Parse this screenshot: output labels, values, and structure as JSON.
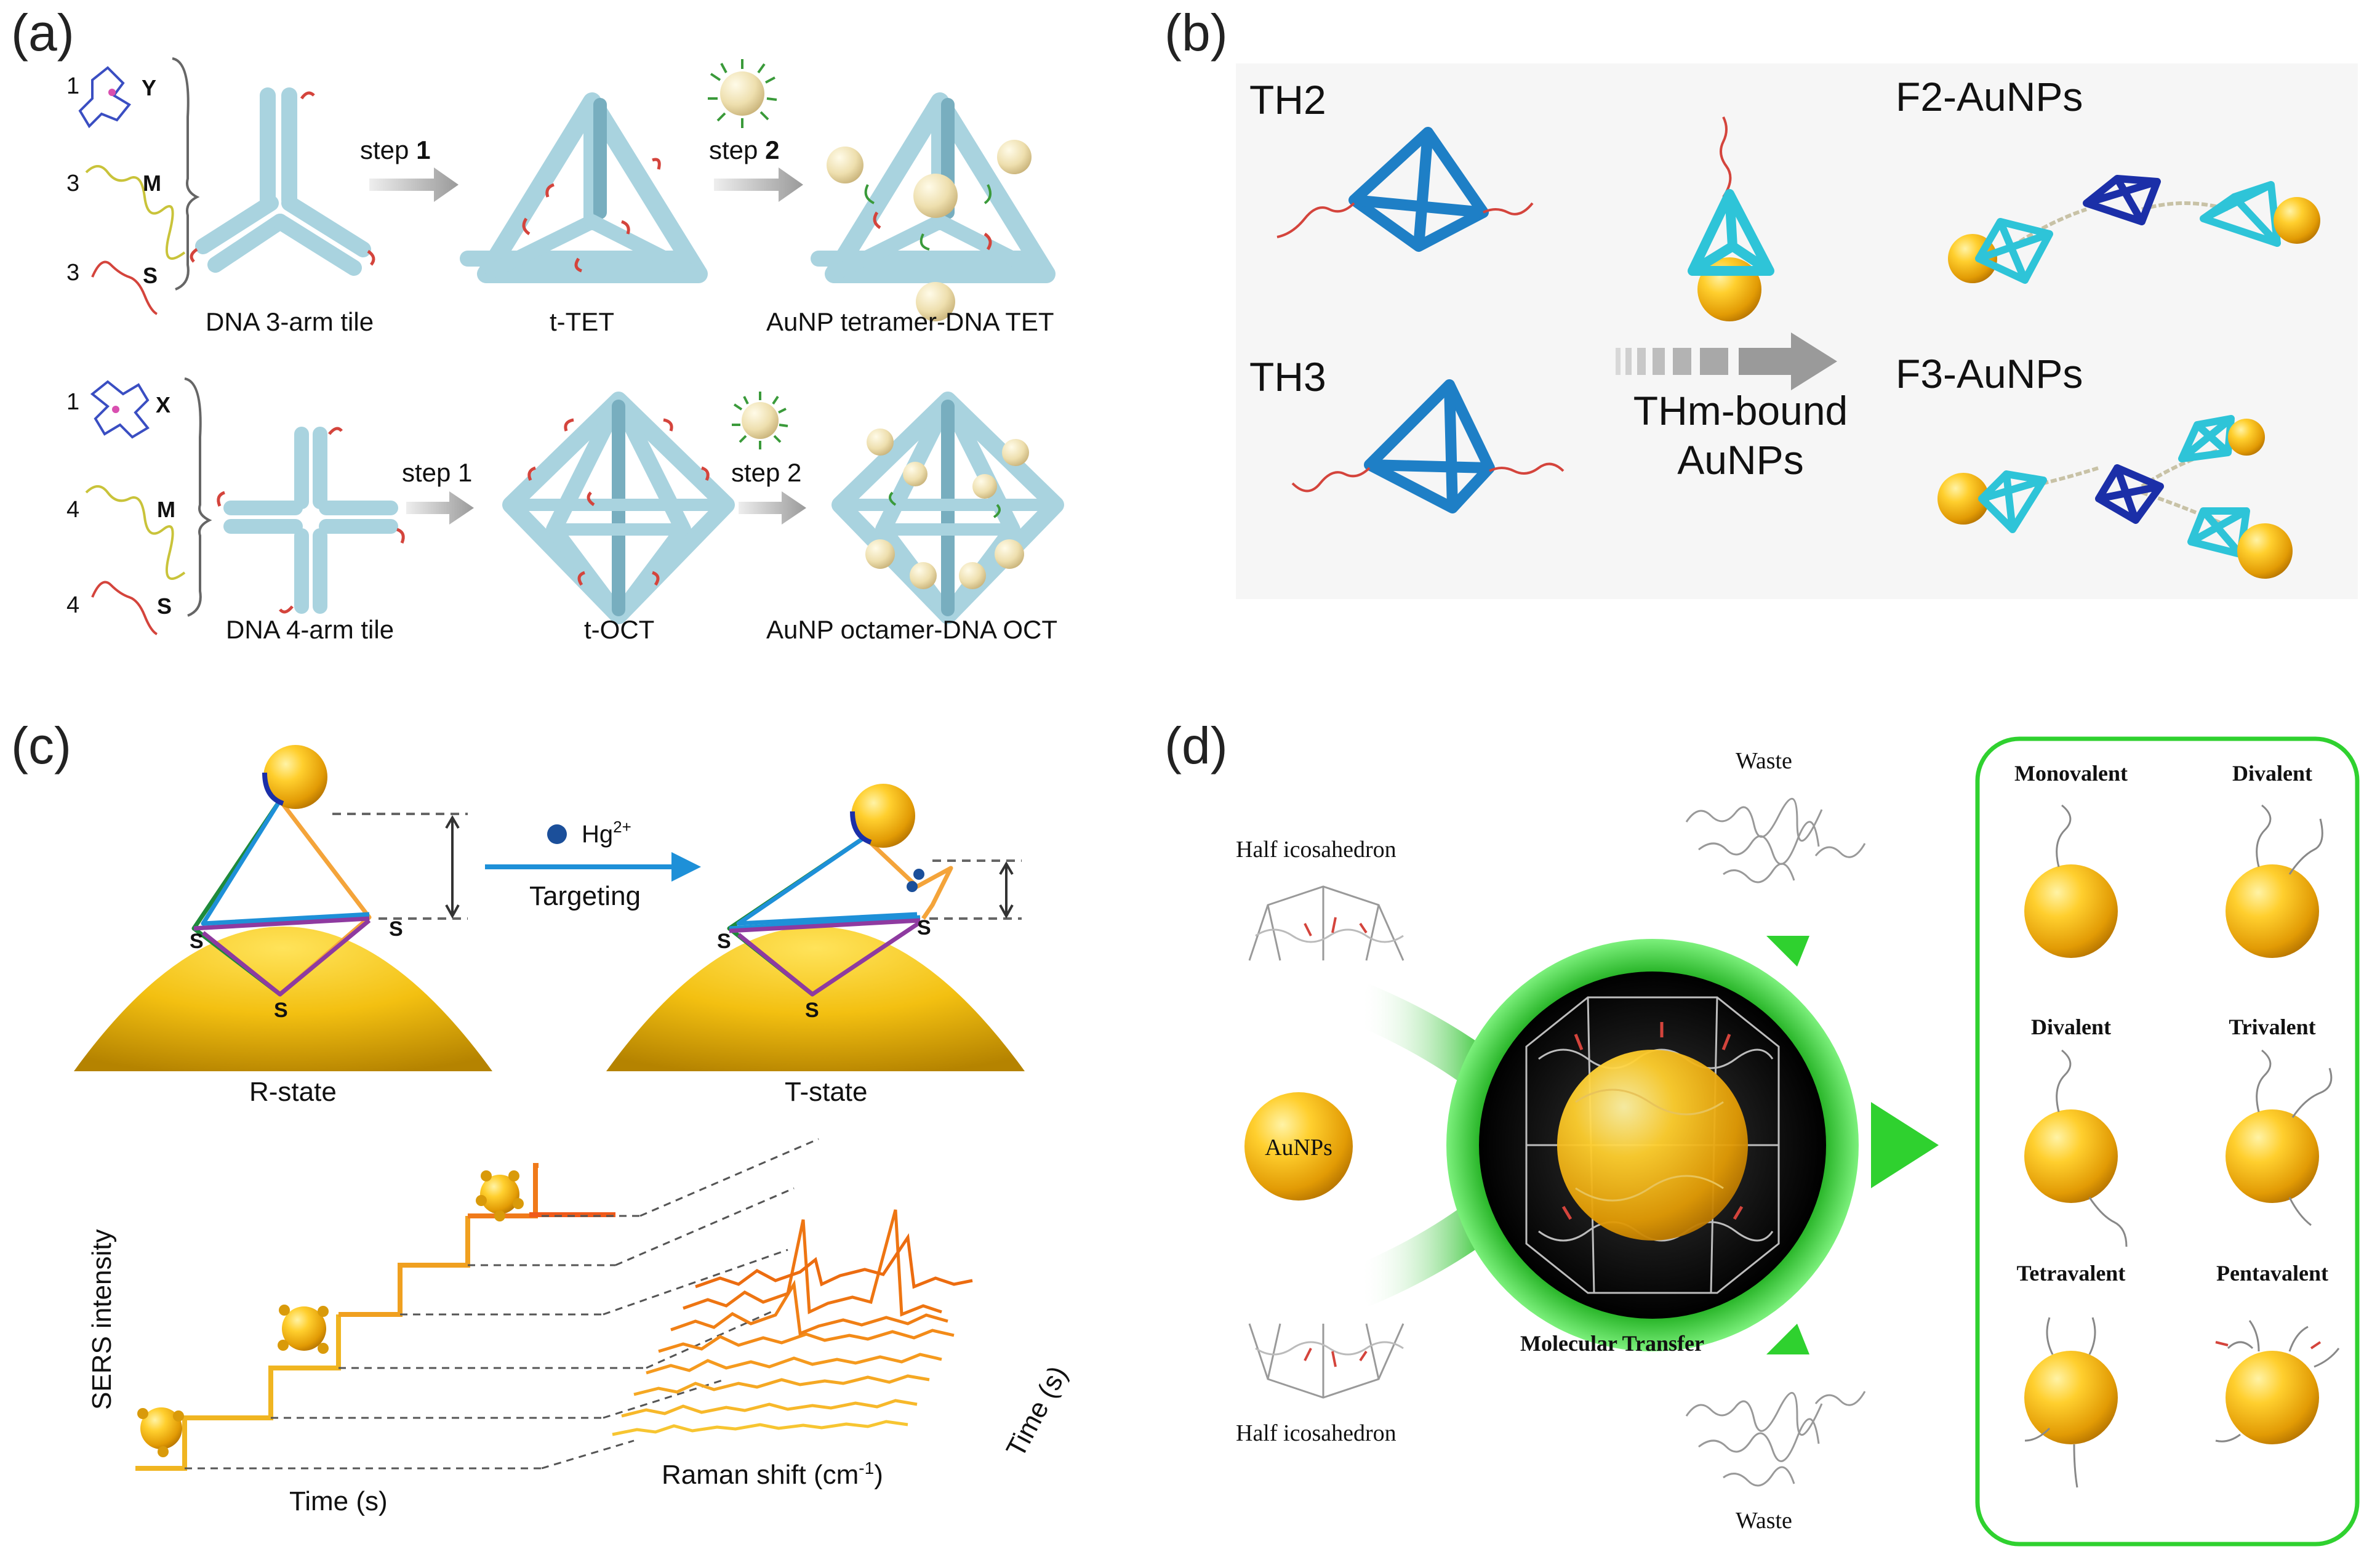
{
  "panels": {
    "a": {
      "label": "(a)",
      "row1": {
        "strands": [
          {
            "count": "1",
            "name": "Y"
          },
          {
            "count": "3",
            "name": "M"
          },
          {
            "count": "3",
            "name": "S"
          }
        ],
        "tile_label": "DNA 3-arm tile",
        "step1_word": "step",
        "step1_num": "1",
        "cage_label": "t-TET",
        "step2_word": "step",
        "step2_num": "2",
        "product_label": "AuNP tetramer-DNA TET"
      },
      "row2": {
        "strands": [
          {
            "count": "1",
            "name": "X"
          },
          {
            "count": "4",
            "name": "M"
          },
          {
            "count": "4",
            "name": "S"
          }
        ],
        "tile_label": "DNA 4-arm tile",
        "step1_label": "step 1",
        "cage_label": "t-OCT",
        "step2_label": "step 2",
        "product_label": "AuNP octamer-DNA OCT"
      }
    },
    "b": {
      "label": "(b)",
      "th2": "TH2",
      "th3": "TH3",
      "bound_line1": "THm-bound",
      "bound_line2": "AuNPs",
      "f2": "F2-AuNPs",
      "f3": "F3-AuNPs"
    },
    "c": {
      "label": "(c)",
      "ion": "Hg",
      "ion_charge": "2+",
      "targeting": "Targeting",
      "sulfur": "S",
      "r_state": "R-state",
      "t_state": "T-state",
      "y_axis": "SERS intensity",
      "x_axis": "Time (s)",
      "raman_axis_prefix": "Raman shift (cm",
      "raman_axis_sup": "-1",
      "raman_axis_suffix": ")",
      "time_axis": "Time (s)"
    },
    "d": {
      "label": "(d)",
      "waste_top": "Waste",
      "waste_bottom": "Waste",
      "half_top": "Half icosahedron",
      "half_bottom": "Half icosahedron",
      "aunps": "AuNPs",
      "transfer": "Molecular Transfer",
      "valences": [
        "Monovalent",
        "Divalent",
        "Divalent",
        "Trivalent",
        "Tetravalent",
        "Pentavalent"
      ]
    }
  },
  "colors": {
    "dna_tube": "#a9d3df",
    "gold": "#f2b21a",
    "tetra_blue": "#1e7fc6",
    "tetra_cyan": "#2ec4d8",
    "tetra_navy": "#1b2fa8",
    "green_ring": "#2fd12f",
    "arrow_blue": "#1e90d8"
  }
}
